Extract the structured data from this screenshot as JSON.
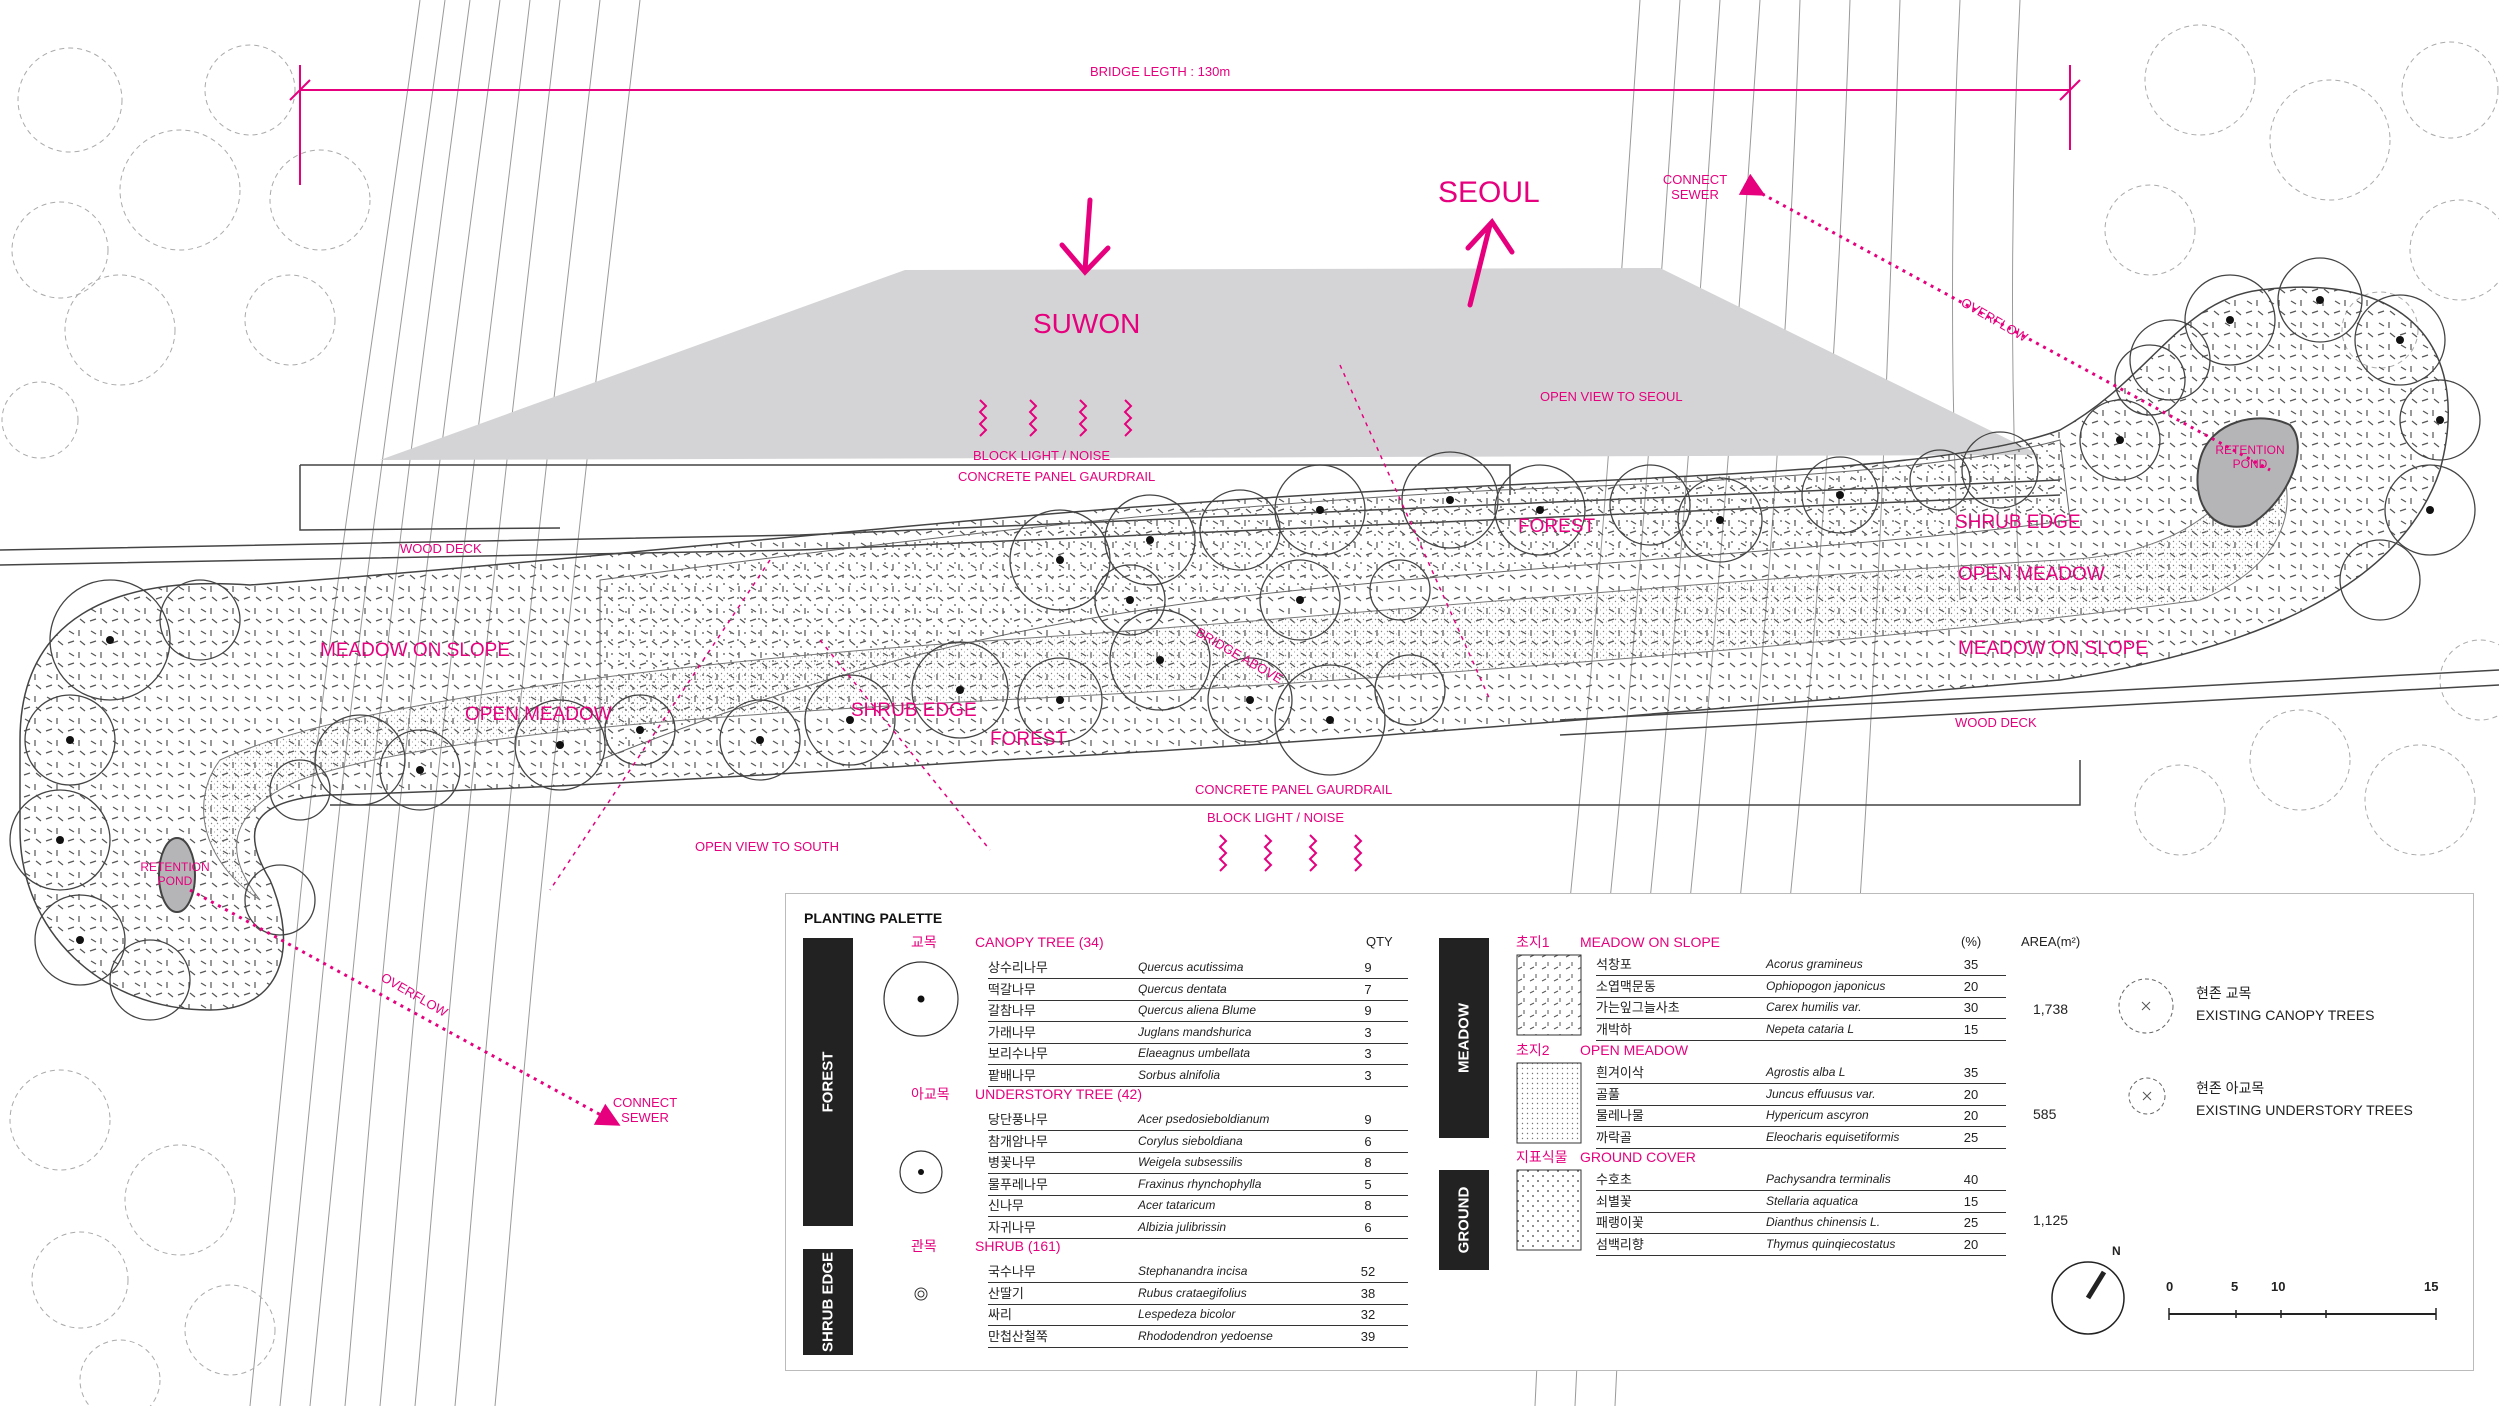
{
  "plan_labels": {
    "bridge_length": "BRIDGE LEGTH : 130m",
    "seoul": "SEOUL",
    "suwon": "SUWON",
    "connect_sewer": "CONNECT SEWER",
    "overflow": "OVERFLOW",
    "open_view_seoul": "OPEN VIEW TO SEOUL",
    "open_view_south": "OPEN VIEW TO SOUTH",
    "block_light_noise": "BLOCK LIGHT / NOISE",
    "concrete_panel": "CONCRETE PANEL GAURDRAIL",
    "wood_deck": "WOOD DECK",
    "meadow_on_slope": "MEADOW ON SLOPE",
    "open_meadow": "OPEN MEADOW",
    "shrub_edge": "SHRUB EDGE",
    "forest": "FOREST",
    "bridge_above": "BRIDGE ABOVE",
    "retention_pond": "RETENTION POND"
  },
  "palette": {
    "title": "PLANTING PALETTE",
    "qty_header": "QTY",
    "pct_header": "(%)",
    "area_header": "AREA(m²)",
    "bars": {
      "forest": "FOREST",
      "shrub_edge": "SHRUB EDGE",
      "meadow": "MEADOW",
      "ground": "GROUND"
    },
    "canopy": {
      "ko": "교목",
      "en": "CANOPY TREE (34)",
      "rows": [
        {
          "ko": "상수리나무",
          "latin": "Quercus acutissima",
          "qty": "9"
        },
        {
          "ko": "떡갈나무",
          "latin": "Quercus dentata",
          "qty": "7"
        },
        {
          "ko": "갈참나무",
          "latin": "Quercus aliena Blume",
          "qty": "9"
        },
        {
          "ko": "가래나무",
          "latin": "Juglans mandshurica",
          "qty": "3"
        },
        {
          "ko": "보리수나무",
          "latin": "Elaeagnus umbellata",
          "qty": "3"
        },
        {
          "ko": "팥배나무",
          "latin": "Sorbus alnifolia",
          "qty": "3"
        }
      ]
    },
    "understory": {
      "ko": "아교목",
      "en": "UNDERSTORY TREE (42)",
      "rows": [
        {
          "ko": "당단풍나무",
          "latin": "Acer psedosieboldianum",
          "qty": "9"
        },
        {
          "ko": "참개암나무",
          "latin": "Corylus sieboldiana",
          "qty": "6"
        },
        {
          "ko": "병꽃나무",
          "latin": "Weigela subsessilis",
          "qty": "8"
        },
        {
          "ko": "물푸레나무",
          "latin": "Fraxinus rhynchophylla",
          "qty": "5"
        },
        {
          "ko": "신나무",
          "latin": "Acer tataricum",
          "qty": "8"
        },
        {
          "ko": "자귀나무",
          "latin": "Albizia julibrissin",
          "qty": "6"
        }
      ]
    },
    "shrub": {
      "ko": "관목",
      "en": "SHRUB (161)",
      "rows": [
        {
          "ko": "국수나무",
          "latin": "Stephanandra incisa",
          "qty": "52"
        },
        {
          "ko": "산딸기",
          "latin": "Rubus crataegifolius",
          "qty": "38"
        },
        {
          "ko": "싸리",
          "latin": "Lespedeza bicolor",
          "qty": "32"
        },
        {
          "ko": "만첩산철쭉",
          "latin": "Rhododendron yedoense",
          "qty": "39"
        }
      ]
    },
    "meadow_slope": {
      "ko": "초지1",
      "en": "MEADOW ON SLOPE",
      "area": "1,738",
      "rows": [
        {
          "ko": "석창포",
          "latin": "Acorus gramineus",
          "pct": "35"
        },
        {
          "ko": "소엽맥문동",
          "latin": "Ophiopogon japonicus",
          "pct": "20"
        },
        {
          "ko": "가는잎그늘사초",
          "latin": "Carex humilis var.",
          "pct": "30"
        },
        {
          "ko": "개박하",
          "latin": "Nepeta cataria L",
          "pct": "15"
        }
      ]
    },
    "open_meadow": {
      "ko": "초지2",
      "en": "OPEN MEADOW",
      "area": "585",
      "rows": [
        {
          "ko": "흰겨이삭",
          "latin": "Agrostis alba L",
          "pct": "35"
        },
        {
          "ko": "골풀",
          "latin": "Juncus effuusus var.",
          "pct": "20"
        },
        {
          "ko": "물레나물",
          "latin": "Hypericum ascyron",
          "pct": "20"
        },
        {
          "ko": "까락골",
          "latin": "Eleocharis equisetiformis",
          "pct": "25"
        }
      ]
    },
    "ground_cover": {
      "ko": "지표식물",
      "en": "GROUND COVER",
      "area": "1,125",
      "rows": [
        {
          "ko": "수호초",
          "latin": "Pachysandra terminalis",
          "pct": "40"
        },
        {
          "ko": "쇠별꽃",
          "latin": "Stellaria aquatica",
          "pct": "15"
        },
        {
          "ko": "패랭이꽃",
          "latin": "Dianthus chinensis L.",
          "pct": "25"
        },
        {
          "ko": "섬백리향",
          "latin": "Thymus quinqiecostatus",
          "pct": "20"
        }
      ]
    },
    "legend": {
      "existing_canopy_ko": "현존 교목",
      "existing_canopy_en": "EXISTING CANOPY TREES",
      "existing_under_ko": "현존 아교목",
      "existing_under_en": "EXISTING UNDERSTORY TREES"
    },
    "north": "N",
    "scale": [
      "0",
      "5",
      "10",
      "15"
    ]
  },
  "colors": {
    "accent": "#e6007e",
    "bridge": "#d4d4d6",
    "ink": "#222222"
  }
}
